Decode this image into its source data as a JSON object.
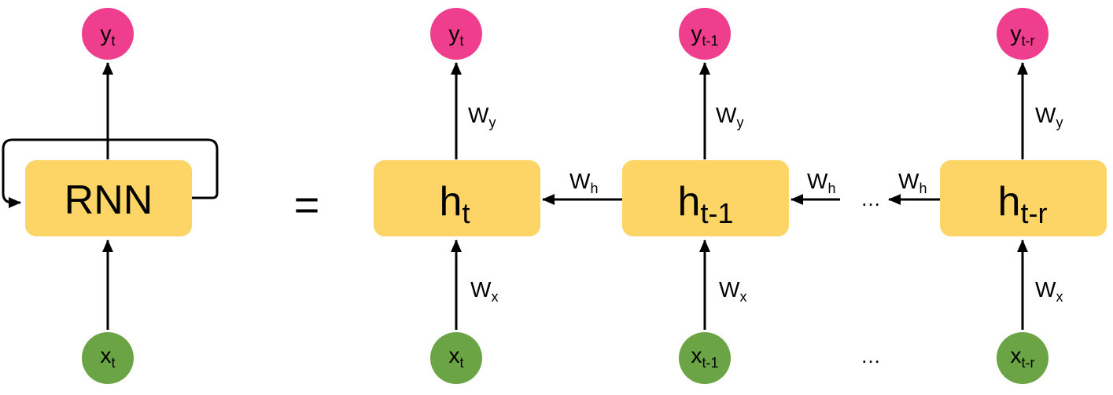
{
  "colors": {
    "box_fill": "#FCD566",
    "output_node": "#EE3E8D",
    "input_node": "#6AA444",
    "arrow": "#000000"
  },
  "folded": {
    "box_label": "RNN",
    "output": {
      "base": "y",
      "sub": "t"
    },
    "input": {
      "base": "x",
      "sub": "t"
    }
  },
  "equals": "=",
  "unrolled": [
    {
      "hidden": {
        "base": "h",
        "sub": "t"
      },
      "output": {
        "base": "y",
        "sub": "t"
      },
      "input": {
        "base": "x",
        "sub": "t"
      },
      "wy": {
        "base": "W",
        "sub": "y"
      },
      "wx": {
        "base": "W",
        "sub": "x"
      }
    },
    {
      "hidden": {
        "base": "h",
        "sub": "t-1"
      },
      "output": {
        "base": "y",
        "sub": "t-1"
      },
      "input": {
        "base": "x",
        "sub": "t-1"
      },
      "wy": {
        "base": "W",
        "sub": "y"
      },
      "wx": {
        "base": "W",
        "sub": "x"
      }
    },
    {
      "hidden": {
        "base": "h",
        "sub": "t-r"
      },
      "output": {
        "base": "y",
        "sub": "t-r"
      },
      "input": {
        "base": "x",
        "sub": "t-r"
      },
      "wy": {
        "base": "W",
        "sub": "y"
      },
      "wx": {
        "base": "W",
        "sub": "x"
      }
    }
  ],
  "wh_labels": [
    {
      "base": "W",
      "sub": "h"
    },
    {
      "base": "W",
      "sub": "h"
    },
    {
      "base": "W",
      "sub": "h"
    }
  ],
  "ellipsis": "…"
}
